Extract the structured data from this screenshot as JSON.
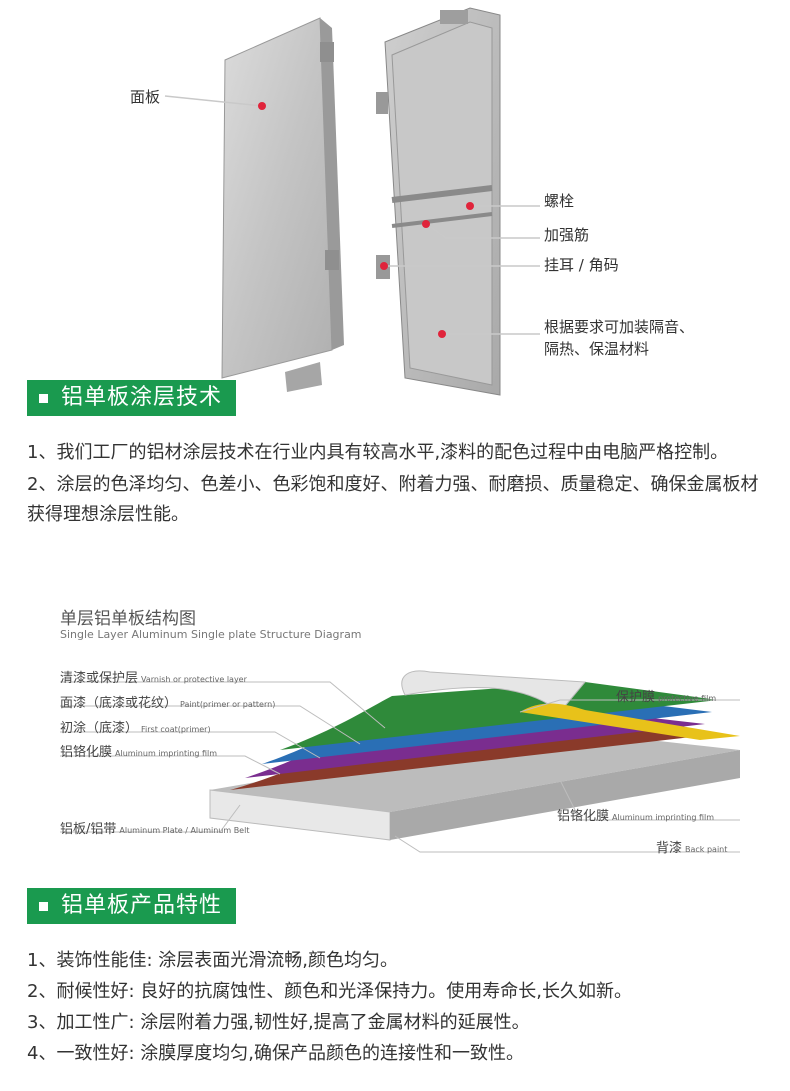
{
  "top_figure": {
    "labels": {
      "panel": "面板",
      "bolt": "螺栓",
      "stiffener": "加强筋",
      "hanger": "挂耳 / 角码",
      "insulation": "根据要求可加装隔音、隔热、保温材料"
    }
  },
  "section1": {
    "title": "铝单板涂层技术",
    "paragraphs": [
      "1、我们工厂的铝材涂层技术在行业内具有较高水平,漆料的配色过程中由电脑严格控制。",
      "2、涂层的色泽均匀、色差小、色彩饱和度好、附着力强、耐磨损、质量稳定、确保金属板材获得理想涂层性能。"
    ]
  },
  "diagram": {
    "title": "单层铝单板结构图",
    "subtitle": "Single Layer Aluminum Single plate Structure Diagram",
    "left_labels": [
      {
        "cn": "清漆或保护层",
        "en": "Varnish or protective layer"
      },
      {
        "cn": "面漆（底漆或花纹）",
        "en": "Paint(primer or pattern)"
      },
      {
        "cn": "初涂（底漆）",
        "en": "First coat(primer)"
      },
      {
        "cn": "铝铬化膜",
        "en": "Aluminum imprinting film"
      },
      {
        "cn": "铝板/铝带",
        "en": "Aluminum Plate / Aluminum Belt"
      }
    ],
    "right_labels": [
      {
        "cn": "保护膜",
        "en": "protective film"
      },
      {
        "cn": "铝铬化膜",
        "en": "Aluminum imprinting film"
      },
      {
        "cn": "背漆",
        "en": "Back paint"
      }
    ],
    "colors": {
      "layer_green": "#2f8a3a",
      "layer_blue": "#2a6fb5",
      "layer_purple": "#7a2d8f",
      "layer_brown": "#8a3a2a",
      "layer_yellow": "#e8c21a",
      "base_gray": "#d8d8d8"
    }
  },
  "section2": {
    "title": "铝单板产品特性",
    "features": [
      "1、装饰性能佳: 涂层表面光滑流畅,颜色均匀。",
      "2、耐候性好: 良好的抗腐蚀性、颜色和光泽保持力。使用寿命长,长久如新。",
      "3、加工性广: 涂层附着力强,韧性好,提高了金属材料的延展性。",
      "4、一致性好: 涂膜厚度均匀,确保产品颜色的连接性和一致性。"
    ]
  },
  "theme": {
    "accent": "#1a9a4f",
    "marker_red": "#e0243b"
  }
}
